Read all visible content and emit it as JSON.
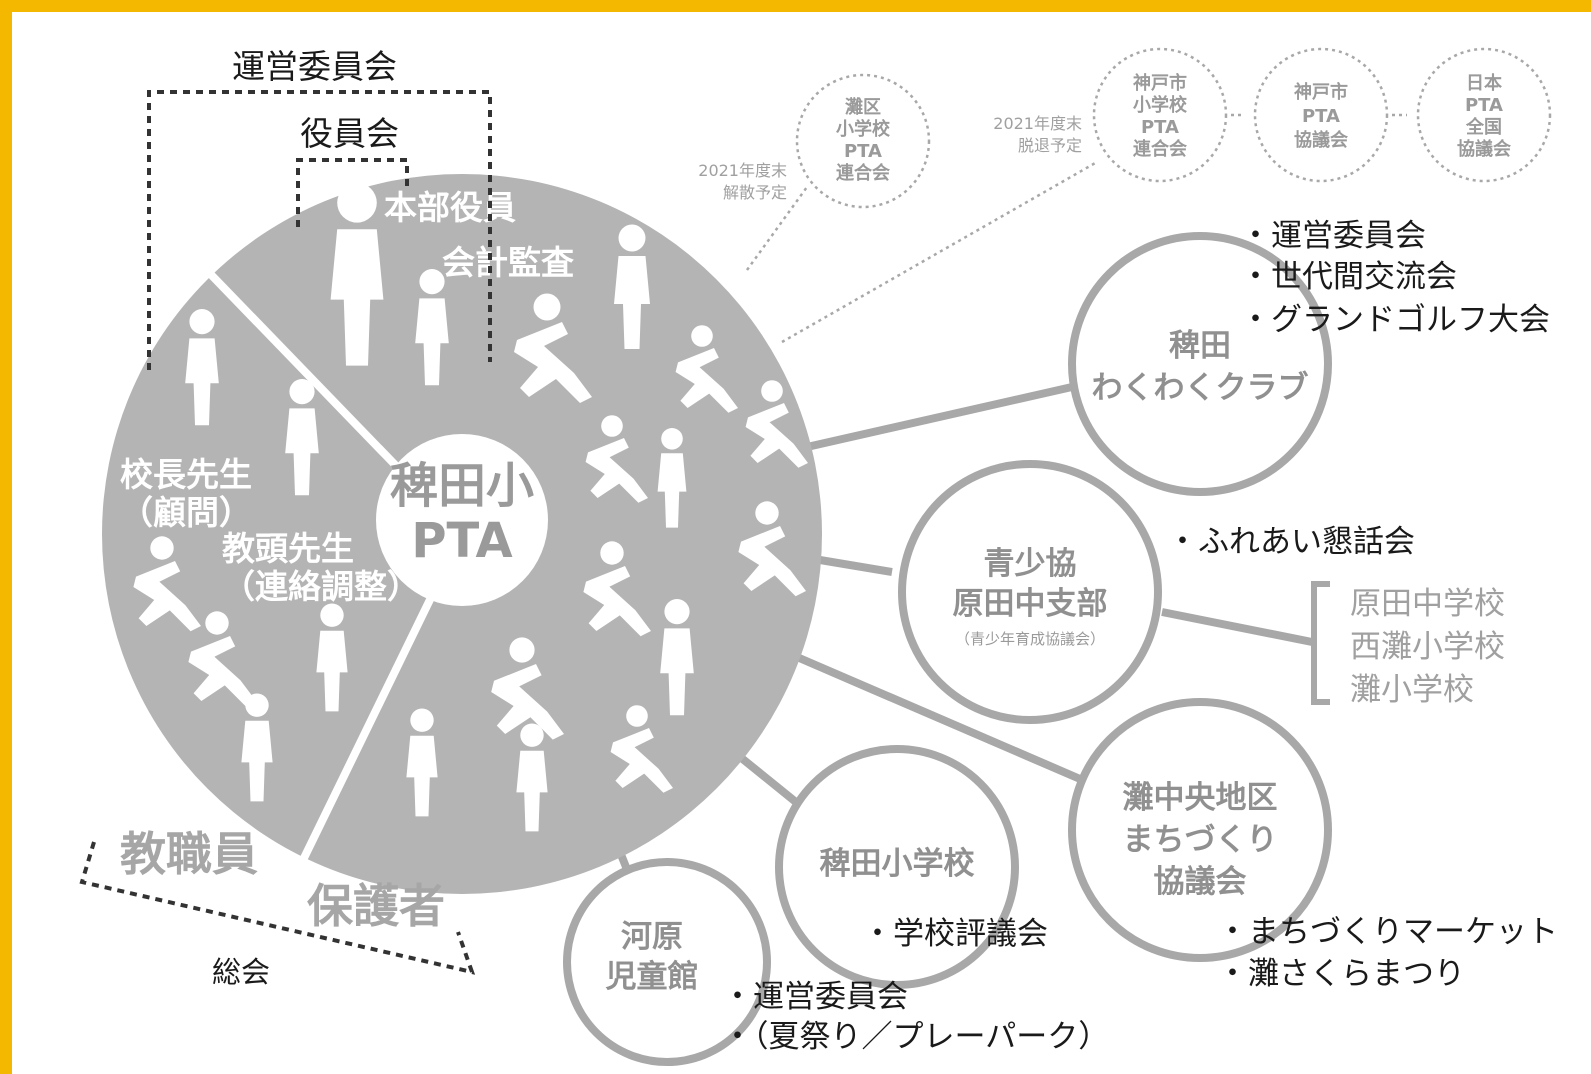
{
  "committee_bracket": {
    "label": "運営委員会"
  },
  "officers_bracket": {
    "label": "役員会"
  },
  "pie": {
    "officers": [
      "本部役員",
      "会計監査"
    ],
    "principal": [
      "校長先生",
      "（顧問）"
    ],
    "vice_principal": [
      "教頭先生",
      "（連絡調整）"
    ],
    "center": [
      "稗田小",
      "PTA"
    ]
  },
  "groups": {
    "staff": "教職員",
    "parents": "保護者",
    "general_assembly": "総会"
  },
  "external": [
    {
      "lines": [
        "灘区",
        "小学校",
        "PTA",
        "連合会"
      ],
      "note": [
        "2021年度末",
        "解散予定"
      ]
    },
    {
      "lines": [
        "神戸市",
        "小学校",
        "PTA",
        "連合会"
      ],
      "note": [
        "2021年度末",
        "脱退予定"
      ]
    },
    {
      "lines": [
        "神戸市",
        "PTA",
        "協議会"
      ]
    },
    {
      "lines": [
        "日本",
        "PTA",
        "全国",
        "協議会"
      ]
    }
  ],
  "orgs": {
    "club": {
      "title": [
        "稗田",
        "わくわくクラブ"
      ],
      "items": [
        "・運営委員会",
        "・世代間交流会",
        "・グランドゴルフ大会"
      ]
    },
    "youth": {
      "title": [
        "青少協",
        "原田中支部"
      ],
      "sub": "（青少年育成協議会）",
      "items": [
        "・ふれあい懇話会"
      ],
      "schools": [
        "原田中学校",
        "西灘小学校",
        "灘小学校"
      ]
    },
    "machi": {
      "title": [
        "灘中央地区",
        "まちづくり",
        "協議会"
      ],
      "items": [
        "・まちづくりマーケット",
        "・灘さくらまつり"
      ]
    },
    "school": {
      "title": [
        "稗田小学校"
      ],
      "items": [
        "・学校評議会"
      ]
    },
    "kids": {
      "title": [
        "河原",
        "児童館"
      ],
      "items": [
        "・運営委員会",
        "・（夏祭り／プレーパーク）"
      ]
    }
  },
  "colors": {
    "frame": "#f4b800",
    "pie": "#b4b4b4",
    "line": "#a8a8a8",
    "text": "#1a1a1a"
  }
}
